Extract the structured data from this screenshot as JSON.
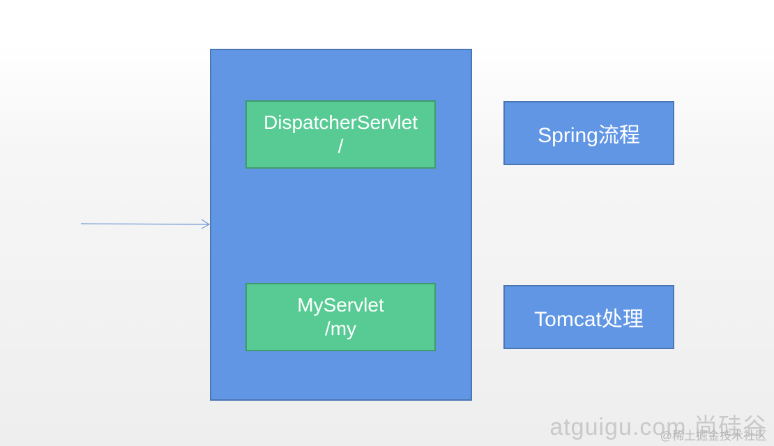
{
  "diagram": {
    "dispatcher": {
      "name": "DispatcherServlet",
      "path": "/"
    },
    "myservlet": {
      "name": "MyServlet",
      "path": "/my"
    },
    "spring_label": "Spring流程",
    "tomcat_label": "Tomcat处理"
  },
  "watermark": {
    "site": "atguigu.com 尚硅谷",
    "credit": "@稀土掘金技术社区"
  },
  "colors": {
    "container_fill": "#6096e4",
    "servlet_fill": "#58cb94",
    "arrow": "#6f97d6"
  }
}
